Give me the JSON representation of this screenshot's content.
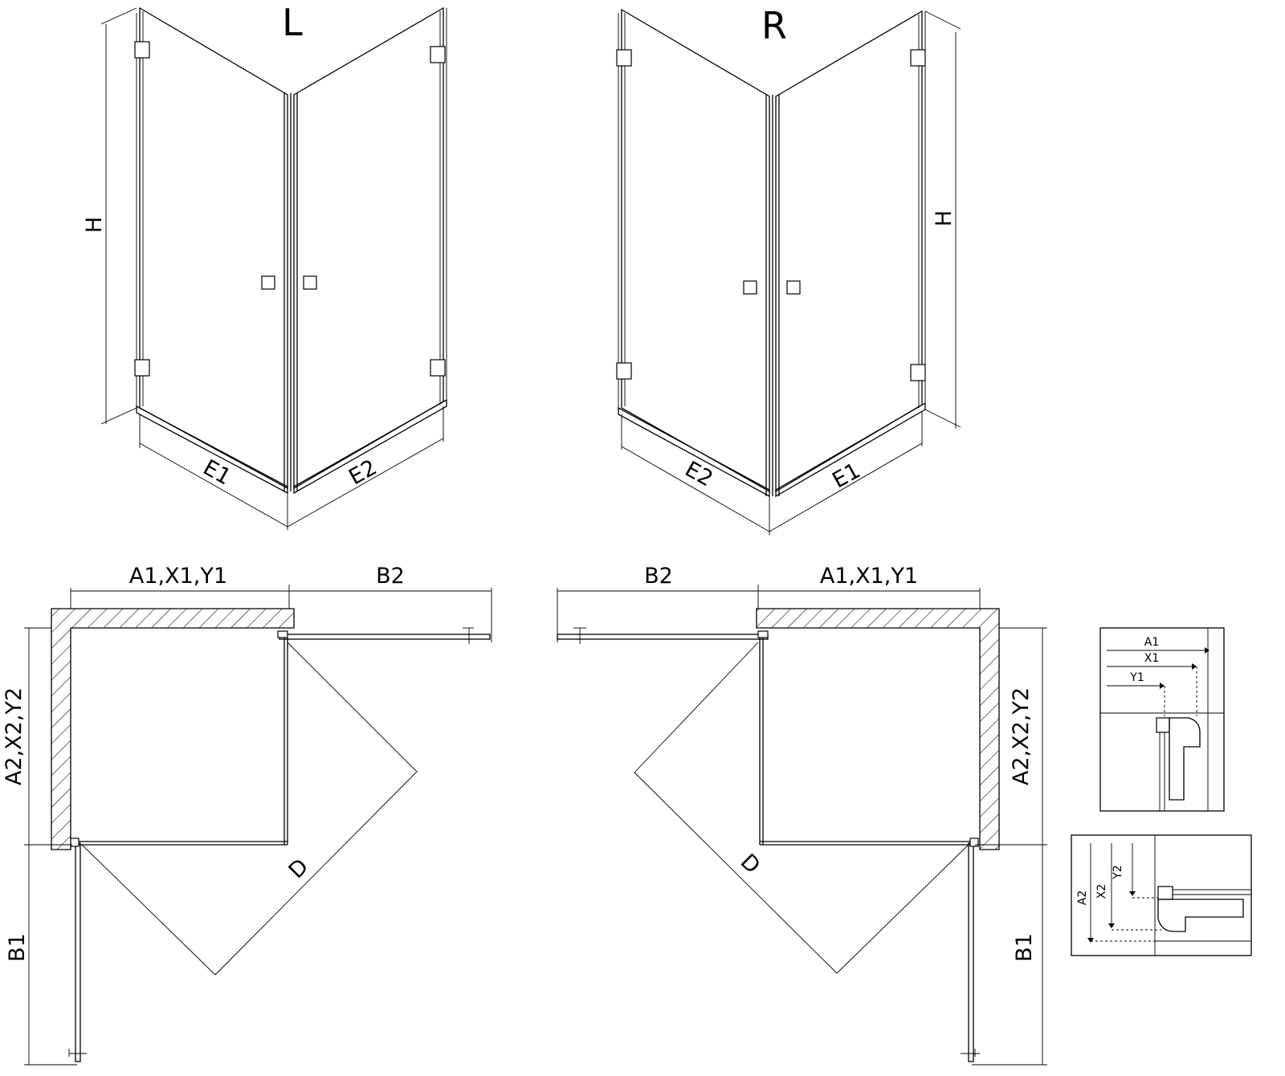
{
  "views": {
    "left_variant_label": "L",
    "right_variant_label": "R"
  },
  "labels": {
    "height": "H",
    "width_1": "E1",
    "width_2": "E2",
    "depth_top": "A1,X1,Y1",
    "depth_side": "A2,X2,Y2",
    "opening_top": "B2",
    "opening_side": "B1",
    "diagonal": "D"
  },
  "detail_top": {
    "a": "A1",
    "x": "X1",
    "y": "Y1"
  },
  "detail_side": {
    "a": "A2",
    "x": "X2",
    "y": "Y2"
  },
  "colors": {
    "line": "#000000",
    "background": "#ffffff"
  }
}
